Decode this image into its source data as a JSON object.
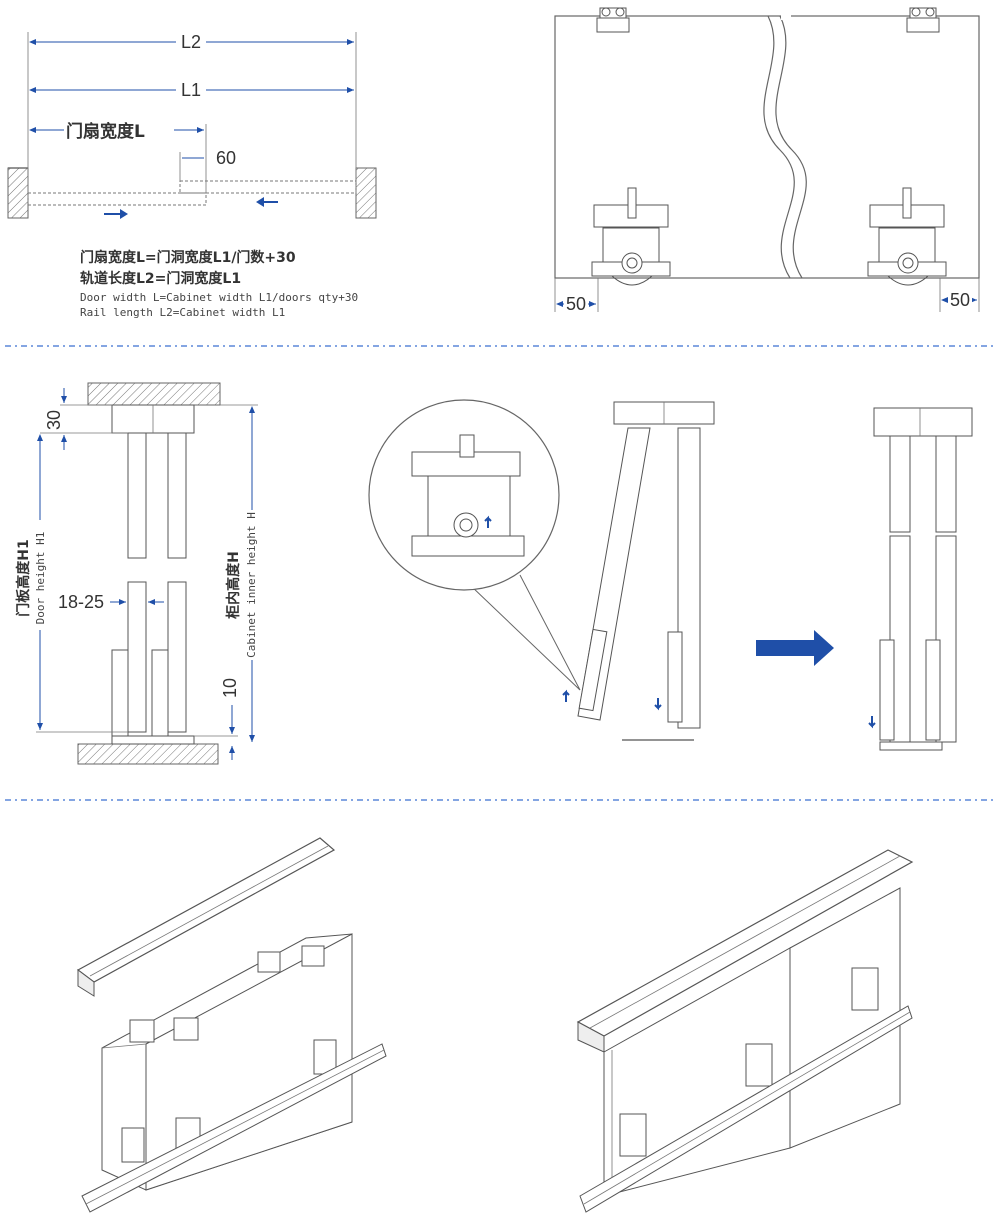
{
  "top_left": {
    "dim_L2": "L2",
    "dim_L1": "L1",
    "dim_door_width": "门扇宽度L",
    "dim_overlap": "60",
    "formula_cn_1": "门扇宽度L=门洞宽度L1/门数+30",
    "formula_cn_2": "轨道长度L2=门洞宽度L1",
    "formula_en_1": "Door width L=Cabinet width L1/doors qty+30",
    "formula_en_2": "Rail length L2=Cabinet width L1"
  },
  "top_right": {
    "offset_left": "50",
    "offset_right": "50"
  },
  "middle_left": {
    "dim_top": "30",
    "door_height_cn": "门板高度H1",
    "door_height_en": "Door height H1",
    "gap": "18-25",
    "cabinet_height_cn": "柜内高度H",
    "cabinet_height_en": "Cabinet inner height H",
    "dim_bottom": "10"
  },
  "colors": {
    "dimension": "#1f4fa8",
    "arrow": "#1f4fa8",
    "separator": "#3a6fd0"
  }
}
